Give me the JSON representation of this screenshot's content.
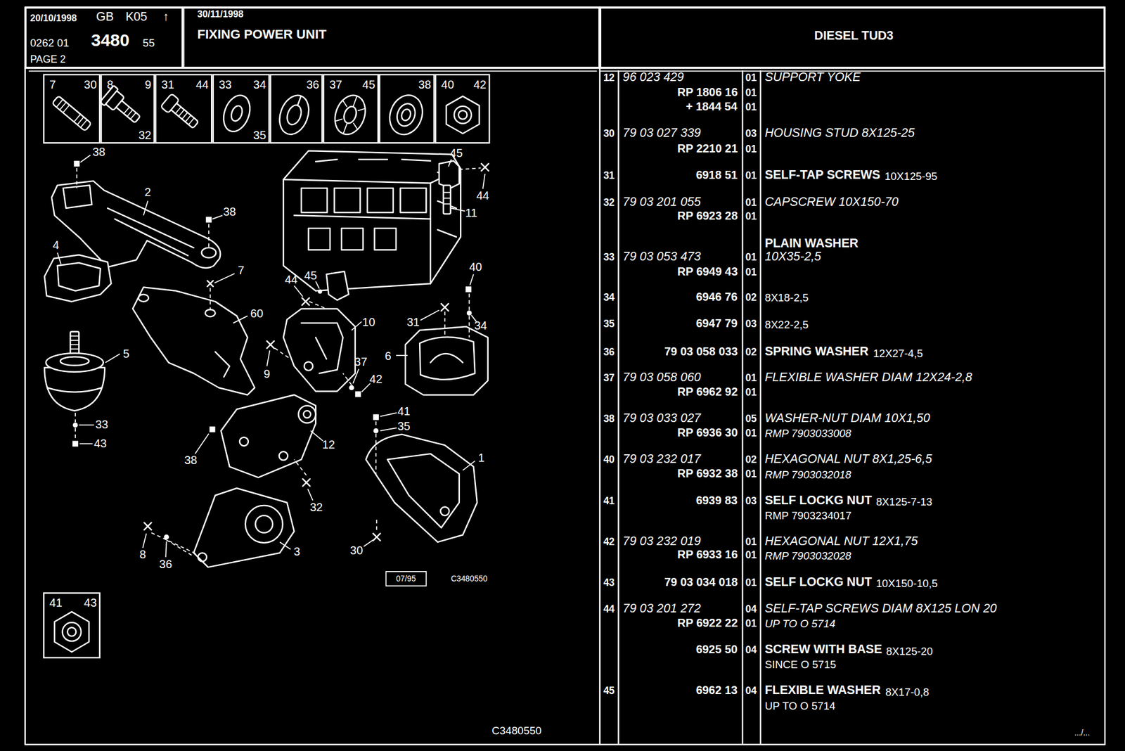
{
  "diagram": {
    "title": "FIXING POWER UNIT",
    "nodes": [
      {
        "text": [
          "20/10/1998",
          "GB",
          "K05",
          "↑",
          "0262 01",
          "3480",
          "55",
          "PAGE 2"
        ]
      },
      {
        "text": [
          "30/11/1998"
        ]
      },
      {
        "text": [
          "DIESEL TUD3"
        ]
      },
      {
        "text": [
          "7",
          "30"
        ]
      },
      {
        "text": [
          "8",
          "9",
          "32"
        ]
      },
      {
        "text": [
          "31",
          "44"
        ]
      },
      {
        "text": [
          "33",
          "34",
          "35"
        ]
      },
      {
        "text": [
          "36"
        ]
      },
      {
        "text": [
          "37",
          "45"
        ]
      },
      {
        "text": [
          "38"
        ]
      },
      {
        "text": [
          "40",
          "42"
        ]
      },
      {
        "text": [
          "41",
          "43"
        ]
      }
    ],
    "labels": [
      "38",
      "2",
      "38",
      "4",
      "7",
      "60",
      "5",
      "33",
      "43",
      "45",
      "44",
      "11",
      "44",
      "45",
      "40",
      "10",
      "31",
      "34",
      "6",
      "9",
      "37",
      "42",
      "41",
      "35",
      "38",
      "12",
      "1",
      "32",
      "8",
      "36",
      "3",
      "30",
      "07/95",
      "C3480550",
      "C3480550",
      "12",
      "96 023 429",
      "01",
      "SUPPORT YOKE",
      "RP 1806 16",
      "01",
      "+ 1844 54",
      "01",
      "30",
      "79 03 027 339",
      "03",
      "HOUSING STUD 8X125-25",
      "RP 2210 21",
      "01",
      "31",
      "6918 51",
      "01",
      "SELF-TAP SCREWS",
      "10X125-95",
      "32",
      "79 03 201 055",
      "01",
      "CAPSCREW 10X150-70",
      "RP 6923 28",
      "01",
      "PLAIN WASHER",
      "33",
      "79 03 053 473",
      "01",
      "10X35-2,5",
      "RP 6949 43",
      "01",
      "34",
      "6946 76",
      "02",
      "8X18-2,5",
      "35",
      "6947 79",
      "03",
      "8X22-2,5",
      "36",
      "79 03 058 033",
      "02",
      "SPRING WASHER",
      "12X27-4,5",
      "37",
      "79 03 058 060",
      "01",
      "FLEXIBLE WASHER DIAM 12X24-2,8",
      "RP 6962 92",
      "01",
      "38",
      "79 03 033 027",
      "05",
      "WASHER-NUT DIAM 10X1,50",
      "RP 6936 30",
      "01",
      "RMP 7903033008",
      "40",
      "79 03 232 017",
      "02",
      "HEXAGONAL NUT 8X1,25-6,5",
      "RP 6932 38",
      "01",
      "RMP 7903032018",
      "41",
      "6939 83",
      "03",
      "SELF LOCKG NUT",
      "8X125-7-13",
      "RMP 7903234017",
      "42",
      "79 03 232 019",
      "01",
      "HEXAGONAL NUT 12X1,75",
      "RP 6933 16",
      "01",
      "RMP 7903032028",
      "43",
      "79 03 034 018",
      "01",
      "SELF LOCKG NUT",
      "10X150-10,5",
      "44",
      "79 03 201 272",
      "04",
      "SELF-TAP SCREWS DIAM 8X125 LON 20",
      "RP 6922 22",
      "01",
      "UP TO O 5714",
      "6925 50",
      "04",
      "SCREW WITH BASE",
      "8X125-20",
      "SINCE O 5715",
      "45",
      "6962 13",
      "04",
      "FLEXIBLE WASHER",
      "8X17-0,8",
      "UP TO O 5714",
      ".../..."
    ]
  }
}
